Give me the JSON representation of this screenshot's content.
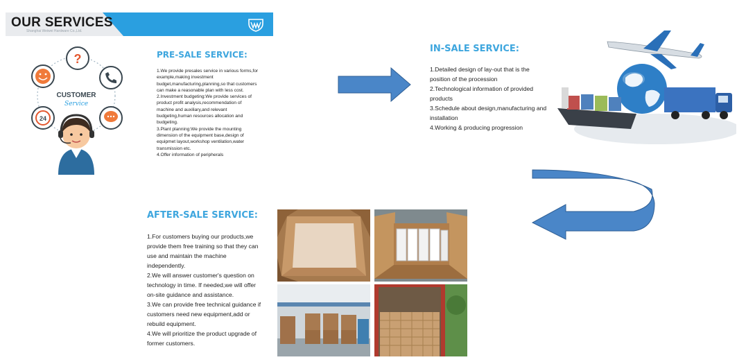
{
  "banner": {
    "title": "OUR SERVICES",
    "subtitle": "Shanghai Weiwei Hardware Co.,Ltd.",
    "logo": "ww-logo-icon"
  },
  "customer_service_art": {
    "label_top": "CUSTOMER",
    "label_bottom": "Service",
    "badge_24": "24",
    "icons": [
      "question-icon",
      "smile-icon",
      "phone-icon",
      "24h-icon",
      "chat-bubble-icon"
    ]
  },
  "pre_sale": {
    "heading": "PRE-SALE SERVICE:",
    "lines": [
      "1.We provide presales service in various forms,for",
      "example,making investment",
      "budget,manufacturing,planning,so that customers",
      "can make a reasonable plan with less cost.",
      "2.Investment budgeting:We provide services of",
      "product profit analysis,recommendation of",
      "machine and auxiliary,and relevant",
      "budgeting,human resources allocation and",
      "budgeting.",
      "3.Plant planning:We provide the mounting",
      "dimension of the equipment base,design of",
      "equipmet layout,workshop ventilation,water",
      "transmission etc.",
      "4.Offer information of peripherals"
    ]
  },
  "in_sale": {
    "heading": "IN-SALE SERVICE:",
    "lines": [
      "1.Detailed design of lay-out that is the",
      "position of the procession",
      "2.Technological information of provided",
      "products",
      "3.Schedule about design,manufacturing and",
      "installation",
      "4.Working & producing progression"
    ]
  },
  "after_sale": {
    "heading": "AFTER-SALE SERVICE:",
    "lines": [
      "1.For customers buying our products,we",
      "provide them free training so that they can",
      "use and maintain the machine",
      "independently.",
      "2.We will answer customer's question on",
      "technology in time. If needed,we will offer",
      "on-site guidance and assistance.",
      "3.We can provide free technical guidance if",
      "customers need new equipment,add or",
      "rebuild equipment.",
      "4.We will prioritize the product upgrade of",
      "former customers."
    ]
  },
  "colors": {
    "accent": "#3ea6de",
    "banner_blue": "#2a9fe0",
    "arrow": "#4a86c8",
    "arrow_stroke": "#2f5f95"
  },
  "photos": [
    "empty-carton-photo",
    "packed-boxes-photo",
    "warehouse-crates-photo",
    "container-loading-photo"
  ]
}
